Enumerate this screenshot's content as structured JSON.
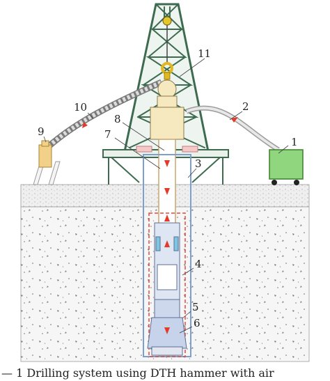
{
  "figure": {
    "labels": {
      "l1": "1",
      "l2": "2",
      "l3": "3",
      "l4": "4",
      "l5": "5",
      "l6": "6",
      "l7": "7",
      "l8": "8",
      "l9": "9",
      "l10": "10",
      "l11": "11"
    },
    "caption": "— 1  Drilling system using DTH hammer with air"
  },
  "colors": {
    "derrick": "#3d6b4f",
    "derrick_fill": "#e9f1ea",
    "compressor": "#8fd67e",
    "hose": "#b8b8b8",
    "flow_arrow": "#e23b2a",
    "dust_collector": "#f2d089",
    "ground": "#f3f3f3",
    "casing": "#7a9fd0",
    "swivel": "#f7e9bf"
  },
  "icons": {
    "hook": "hook-icon",
    "flow": "flow-arrow-icon"
  }
}
